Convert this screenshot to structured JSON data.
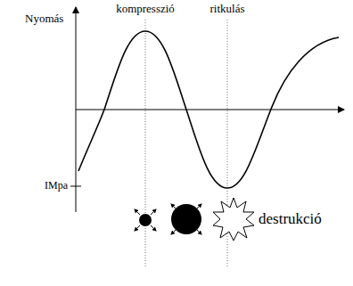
{
  "diagram": {
    "labels": [
      "Nyomás",
      "kompresszió",
      "ritkulás",
      "IMpa",
      "destrukció"
    ]
  }
}
